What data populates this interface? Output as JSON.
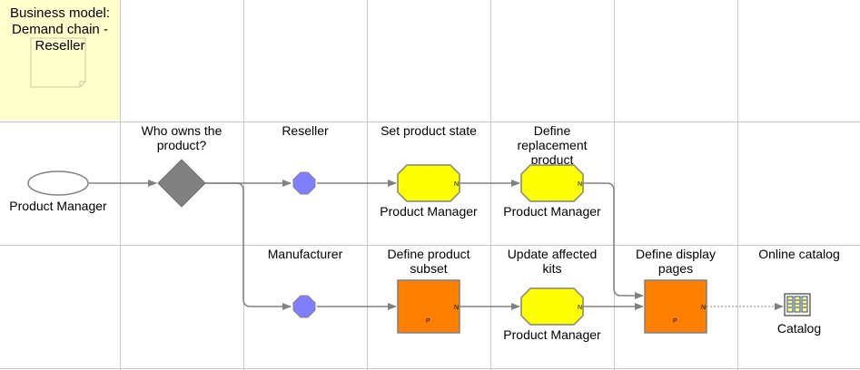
{
  "note": {
    "line1": "Business model:",
    "line2": "Demand chain -",
    "line3": "Reseller"
  },
  "start_event": {
    "label": "Product Manager"
  },
  "gateway": {
    "label": "Who owns the product?"
  },
  "lanes": {
    "reseller": "Reseller",
    "manufacturer": "Manufacturer"
  },
  "tasks": {
    "set_state": {
      "title": "Set product state",
      "performer": "Product Manager",
      "marker": "N"
    },
    "define_replacement": {
      "title": "Define replacement product",
      "performer": "Product Manager",
      "marker": "N"
    },
    "define_subset": {
      "title": "Define product subset",
      "marker_n": "N",
      "marker_p": "P"
    },
    "update_kits": {
      "title": "Update affected kits",
      "performer": "Product Manager",
      "marker": "N"
    },
    "define_pages": {
      "title": "Define display pages",
      "marker_n": "N",
      "marker_p": "P"
    }
  },
  "catalog": {
    "title": "Online catalog",
    "label": "Catalog"
  },
  "colors": {
    "note": "#ffffcc",
    "grid": "#c8c8c8",
    "connector": "#808080",
    "gateway": "#808080",
    "event": "#8080ff",
    "task_yellow": "#ffff00",
    "task_orange": "#ff8000"
  }
}
